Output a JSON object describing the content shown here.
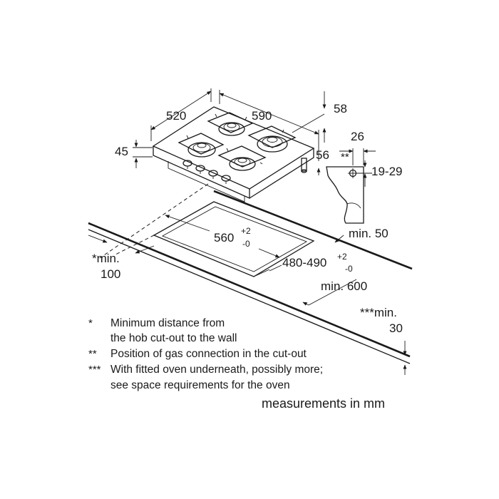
{
  "dimensions": {
    "hob_depth": "520",
    "hob_width": "590",
    "hob_height": "45",
    "rear_gap": "58",
    "side_offset": "56",
    "gas_width": "26",
    "gas_height": "19-29",
    "gas_marker": "**",
    "cutout_width": "560",
    "cutout_width_tol_plus": "+2",
    "cutout_width_tol_minus": "-0",
    "cutout_depth": "480-490",
    "cutout_depth_tol_plus": "+2",
    "cutout_depth_tol_minus": "-0",
    "min_wall_label": "*min.",
    "min_wall_value": "100",
    "min_rear": "min. 50",
    "min_depth": "min. 600",
    "min_oven_label": "***min.",
    "min_oven_value": "30"
  },
  "legend": [
    {
      "mark": "*",
      "lines": [
        "Minimum distance from",
        "the hob cut-out to the wall"
      ]
    },
    {
      "mark": "**",
      "lines": [
        "Position of gas connection in the cut-out"
      ]
    },
    {
      "mark": "***",
      "lines": [
        "With fitted oven underneath, possibly more;",
        "see space requirements for the oven"
      ]
    }
  ],
  "units_note": "measurements in mm"
}
